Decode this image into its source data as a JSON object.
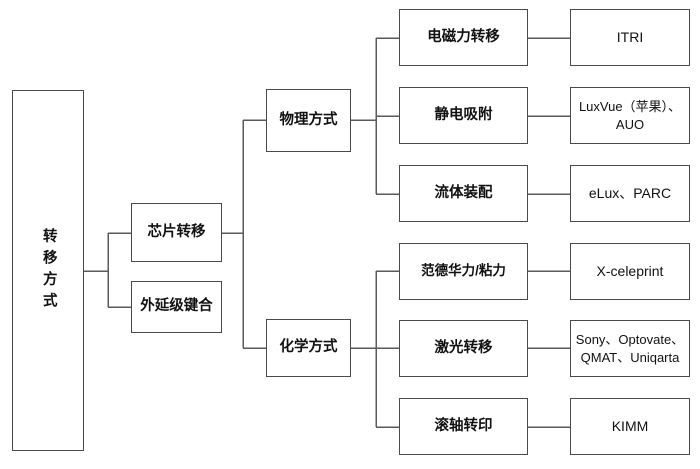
{
  "diagram": {
    "title": "转移方式",
    "root": {
      "label": "转移方式"
    },
    "level2": [
      {
        "label": "芯片转移"
      },
      {
        "label": "外延级键合"
      }
    ],
    "level3": [
      {
        "label": "物理方式"
      },
      {
        "label": "化学方式"
      }
    ],
    "methods": [
      {
        "label": "电磁力转移"
      },
      {
        "label": "静电吸附"
      },
      {
        "label": "流体装配"
      },
      {
        "label": "范德华力/粘力"
      },
      {
        "label": "激光转移"
      },
      {
        "label": "滚轴转印"
      }
    ],
    "companies": [
      {
        "label": "ITRI"
      },
      {
        "label": "LuxVue（苹果）、\nAUO"
      },
      {
        "label": "eLux、PARC"
      },
      {
        "label": "X-celeprint"
      },
      {
        "label": "Sony、Optovate、\nQMAT、Uniqarta"
      },
      {
        "label": "KIMM"
      }
    ],
    "colors": {
      "border": "#4a4a4a",
      "line": "#5a5a5a",
      "text": "#111111",
      "background": "#ffffff"
    }
  }
}
